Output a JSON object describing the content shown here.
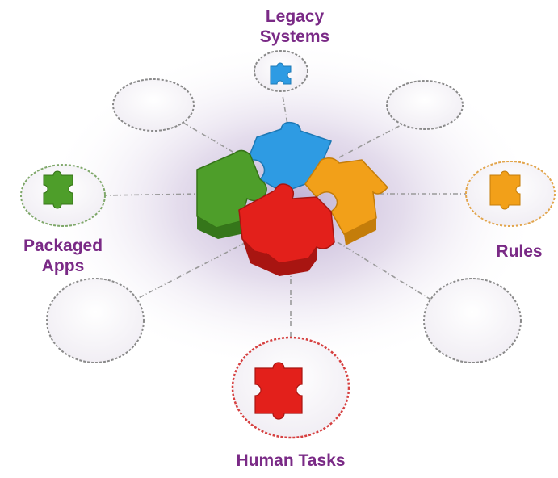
{
  "labels": {
    "legacy_line1": "Legacy",
    "legacy_line2": "Systems",
    "packaged_line1": "Packaged",
    "packaged_line2": "Apps",
    "rules": "Rules",
    "human_tasks": "Human Tasks"
  },
  "colors": {
    "label_text": "#7a2a86",
    "puzzle_blue": "#2e9be3",
    "puzzle_green": "#4e9e2a",
    "puzzle_orange": "#f2a019",
    "puzzle_red": "#e3201b",
    "glow": "#c9bcd9",
    "connector": "#9a9a9a"
  },
  "nodes": [
    {
      "name": "legacy-systems",
      "icon": "blue-puzzle-piece-icon"
    },
    {
      "name": "packaged-apps",
      "icon": "green-puzzle-piece-icon"
    },
    {
      "name": "rules",
      "icon": "orange-puzzle-piece-icon"
    },
    {
      "name": "human-tasks",
      "icon": "red-puzzle-piece-icon"
    },
    {
      "name": "empty-top-left"
    },
    {
      "name": "empty-top-right"
    },
    {
      "name": "empty-bottom-left"
    },
    {
      "name": "empty-bottom-right"
    }
  ]
}
